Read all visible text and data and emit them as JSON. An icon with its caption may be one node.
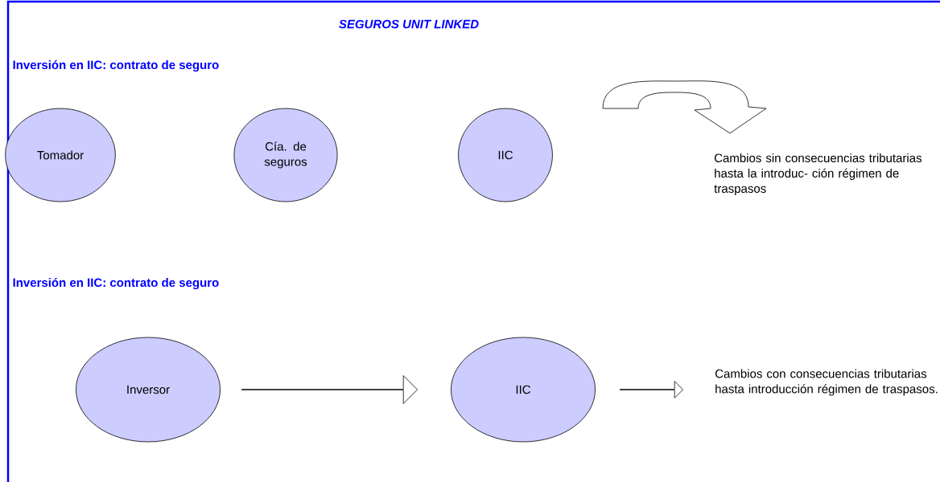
{
  "diagram": {
    "title": "SEGUROS UNIT LINKED",
    "nodes": [
      {
        "text": [
          "Tomador"
        ]
      },
      {
        "text": [
          "Cía. de seguros"
        ]
      },
      {
        "text": [
          "IIC"
        ]
      },
      {
        "text": [
          "Cambios sin consecuencias tributarias hasta la introduc- ción régimen de traspasos"
        ]
      },
      {
        "text": [
          "Inversor"
        ]
      },
      {
        "text": [
          "IIC"
        ]
      },
      {
        "text": [
          "Cambios con consecuencias tributarias hasta introducción régimen de traspasos."
        ]
      }
    ],
    "edges": [
      {
        "from": null,
        "to": 3,
        "arrow": "to"
      },
      {
        "from": 4,
        "to": 5,
        "arrow": "to"
      },
      {
        "from": 5,
        "to": 6,
        "arrow": "to"
      }
    ],
    "labels": [
      "Inversión en IIC: contrato de seguro",
      "Inversión en IIC: contrato de seguro"
    ]
  }
}
